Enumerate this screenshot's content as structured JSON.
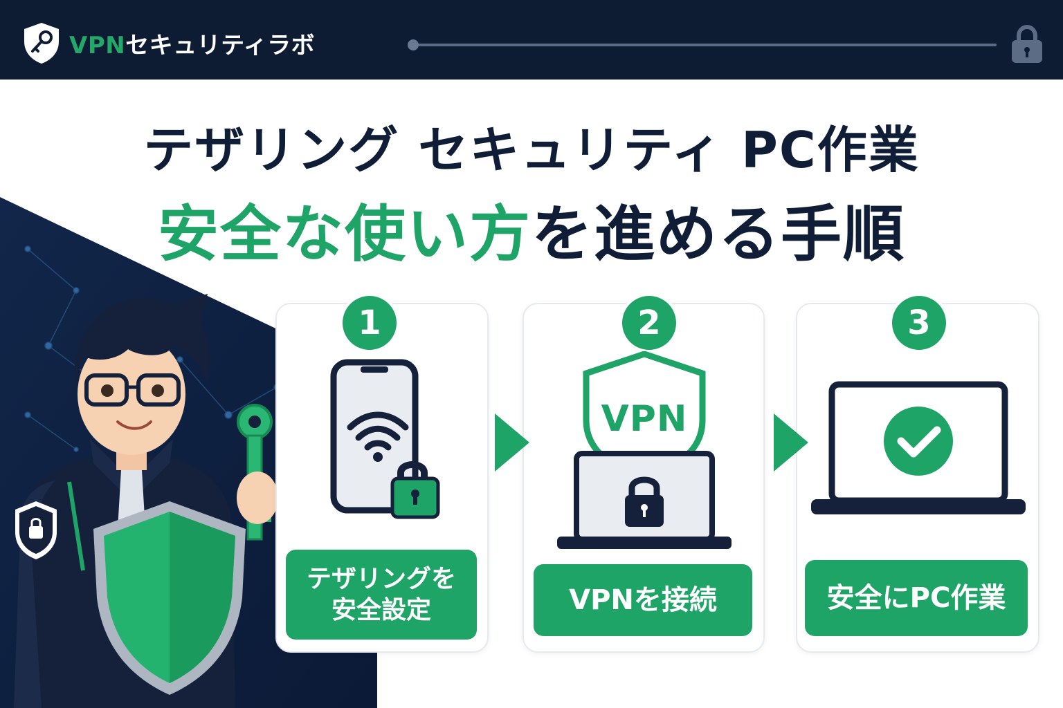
{
  "header": {
    "brand_prefix": "VPN",
    "brand_suffix": "セキュリティラボ",
    "brand_icon": "shield-key-icon",
    "lock_icon": "padlock-icon"
  },
  "title": {
    "line1": "テザリング セキュリティ PC作業",
    "line2_highlight": "安全な使い方",
    "line2_rest": "を進める手順"
  },
  "steps": [
    {
      "number": "1",
      "label_line1": "テザリングを",
      "label_line2": "安全設定",
      "icon": "smartphone-wifi-lock-icon"
    },
    {
      "number": "2",
      "label": "VPNを接続",
      "icon_text": "VPN",
      "icon": "vpn-shield-laptop-icon"
    },
    {
      "number": "3",
      "label": "安全にPC作業",
      "icon": "laptop-checkmark-icon"
    }
  ],
  "colors": {
    "navy": "#0d1b33",
    "green": "#1fa468",
    "white": "#ffffff"
  }
}
